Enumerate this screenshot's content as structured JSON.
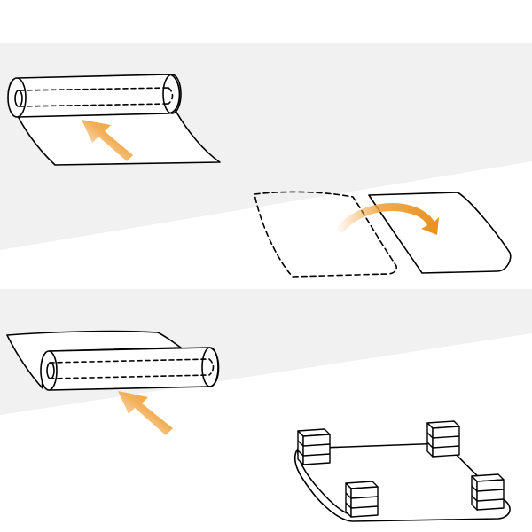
{
  "colors": {
    "background": "#ffffff",
    "band": "#f1f1f1",
    "line": "#000000",
    "sheet_fill": "#ffffff",
    "arrow_orange": "#f0a23c",
    "arrow_orange_dark": "#e8901f"
  },
  "steps": [
    {
      "id": "unroll-top",
      "illustration": "sheet-unrolling-from-roll",
      "arrow": "orange-up-right-arrow"
    },
    {
      "id": "flip-sheet",
      "illustration": "sheet-flipped-over",
      "arrow": "orange-curved-arrow"
    },
    {
      "id": "roll-sheet",
      "illustration": "sheet-rolled-onto-roll",
      "arrow": "orange-up-right-arrow"
    },
    {
      "id": "sheet-with-stacks",
      "illustration": "sheet-with-block-stacks-at-corners",
      "block_layers": 3
    }
  ]
}
